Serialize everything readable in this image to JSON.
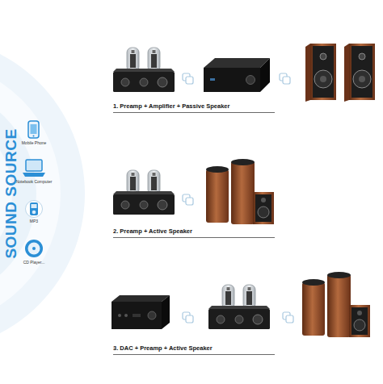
{
  "diagram": {
    "nodes": [
      {
        "text": [
          "SOUND SOURCE"
        ]
      },
      {
        "text": [
          "Mobile Phone"
        ],
        "in": 0
      },
      {
        "text": [
          "Notebook Computer"
        ],
        "in": 0
      },
      {
        "text": [
          "MP3"
        ],
        "in": 0
      },
      {
        "text": [
          "CD Player..."
        ],
        "in": 0
      },
      {
        "text": [
          "1. Preamp + Amplifier + Passive Speaker"
        ]
      },
      {
        "text": [
          "2. Preamp + Active Speaker"
        ]
      },
      {
        "text": [
          "3. DAC + Preamp + Active Speaker"
        ]
      }
    ]
  }
}
